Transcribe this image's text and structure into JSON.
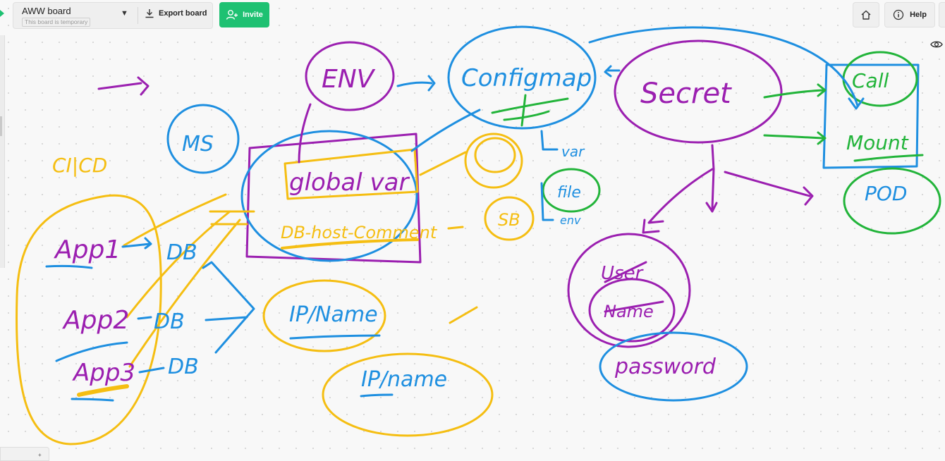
{
  "header": {
    "board_name": "AWW board",
    "board_status": "This board is temporary",
    "export_label": "Export board",
    "invite_label": "Invite",
    "help_label": "Help"
  },
  "icons": [
    "chevron-down-icon",
    "download-icon",
    "add-user-icon",
    "home-icon",
    "info-icon",
    "eye-icon"
  ],
  "colors": {
    "purple": "#9b1fb0",
    "blue": "#1e8fe0",
    "yellow": "#f5be12",
    "green": "#22b43a",
    "accent": "#1ec172"
  },
  "canvas": {
    "labels": {
      "env": "ENV",
      "configmap": "Configmap",
      "secret": "Secret",
      "call": "Call",
      "mount": "Mount",
      "pod": "POD",
      "ms": "MS",
      "cicd": "CI|CD",
      "global_var": "global var",
      "db_host": "DB-host-Comment",
      "var": "var",
      "file": "file",
      "env_short": "env",
      "sb": "SB",
      "app1": "App1",
      "app2": "App2",
      "app3": "App3",
      "db1": "DB",
      "db2": "DB",
      "db3": "DB",
      "ip_name_1": "IP/Name",
      "ip_name_2": "IP/name",
      "user": "User",
      "name": "Name",
      "password": "password"
    }
  }
}
